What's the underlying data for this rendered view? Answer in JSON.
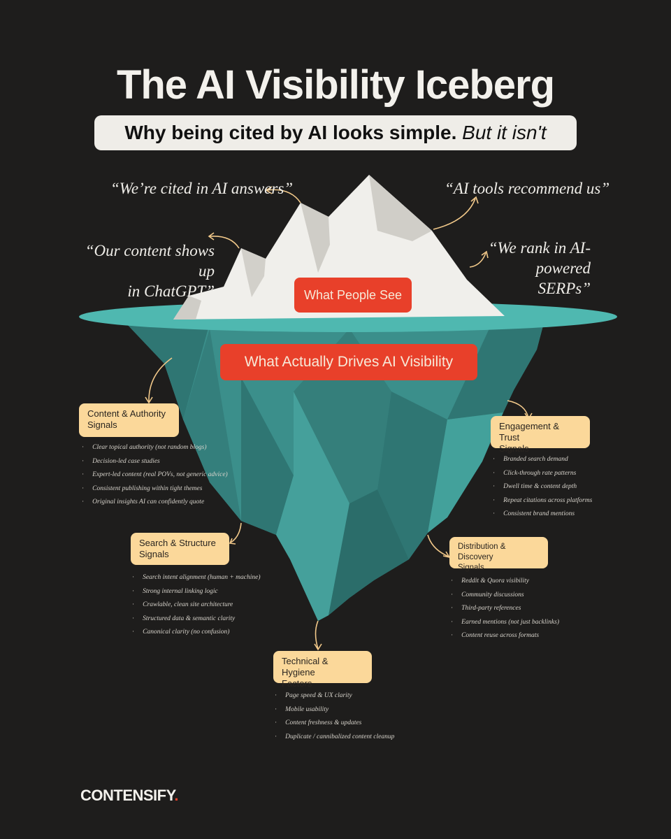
{
  "header": {
    "title": "The AI Visibility Iceberg",
    "subtitle_main": "Why being cited by AI looks simple.",
    "subtitle_twist": "But it isn't"
  },
  "quotes": {
    "cited": "“We’re cited in AI answers”",
    "recommend": "“AI tools recommend us”",
    "chatgpt_1": "“Our content shows up",
    "chatgpt_2": "in ChatGPT”",
    "serps_1": "“We rank in AI-powered",
    "serps_2": "SERPs”"
  },
  "labels": {
    "what_people_see": "What People See",
    "what_drives": "What Actually Drives AI Visibility"
  },
  "groups": {
    "content": {
      "title_1": "Content & Authority",
      "title_2": "Signals",
      "items": [
        "Clear topical authority (not random blogs)",
        "Decision-led case studies",
        "Expert-led content (real POVs, not generic advice)",
        "Consistent publishing within tight themes",
        "Original insights AI can confidently quote"
      ]
    },
    "engagement": {
      "title_1": "Engagement & Trust",
      "title_2": "Signals",
      "items": [
        "Branded search demand",
        "Click-through rate patterns",
        "Dwell time & content depth",
        "Repeat citations across platforms",
        "Consistent brand mentions"
      ]
    },
    "search": {
      "title_1": "Search & Structure",
      "title_2": "Signals",
      "items": [
        "Search intent alignment (human + machine)",
        "Strong internal linking logic",
        "Crawlable, clean site architecture",
        "Structured data & semantic clarity",
        "Canonical clarity (no confusion)"
      ]
    },
    "distribution": {
      "title_1": "Distribution & Discovery",
      "title_2": "Signals",
      "items": [
        "Reddit & Quora visibility",
        "Community discussions",
        "Third-party references",
        "Earned mentions (not just backlinks)",
        "Content reuse across formats"
      ]
    },
    "technical": {
      "title_1": "Technical & Hygiene",
      "title_2": "Factors",
      "items": [
        "Page speed & UX clarity",
        "Mobile usability",
        "Content freshness & updates",
        "Duplicate / cannibalized content cleanup"
      ]
    }
  },
  "brand": {
    "name": "CONTENSIFY",
    "dot": "."
  },
  "colors": {
    "background": "#1e1d1c",
    "water": "#4fb8b0",
    "iceberg_underwater": "#3b8f8b",
    "ice": "#efeeea",
    "accent_red": "#e8402a",
    "label_box": "#fbd89a",
    "arrow": "#f2c98a"
  }
}
